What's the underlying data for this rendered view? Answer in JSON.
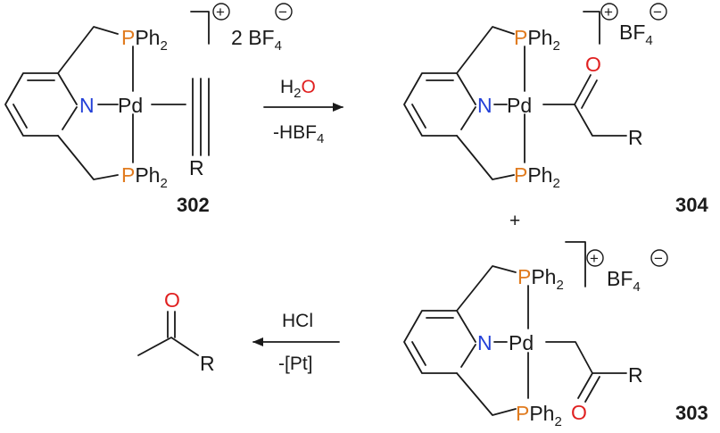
{
  "atoms": {
    "phosphorus": "P",
    "phenyl2": "Ph",
    "phenyl_count": "2",
    "nitrogen": "N",
    "palladium": "Pd",
    "oxygen": "O",
    "r_group": "R"
  },
  "counterions": {
    "compound_302": {
      "coefficient": "2",
      "anion": "BF",
      "subscript": "4"
    },
    "compound_304": {
      "anion": "BF",
      "subscript": "4"
    },
    "compound_303": {
      "anion": "BF",
      "subscript": "4"
    }
  },
  "charges": {
    "plus": "+",
    "minus": "−"
  },
  "compounds": {
    "c302": "302",
    "c304": "304",
    "c303": "303"
  },
  "arrows": {
    "forward": {
      "reagent_h": "H",
      "reagent_sub": "2",
      "reagent_o": "O",
      "byproduct": "-HBF",
      "byproduct_sub": "4"
    },
    "backward": {
      "reagent": "HCl",
      "byproduct": "-[Pt]"
    }
  },
  "plus_sign": "+",
  "colors": {
    "bond": "#1a1a1a",
    "phosphorus": "#e07b1f",
    "nitrogen": "#2340d8",
    "oxygen": "#e02020"
  }
}
